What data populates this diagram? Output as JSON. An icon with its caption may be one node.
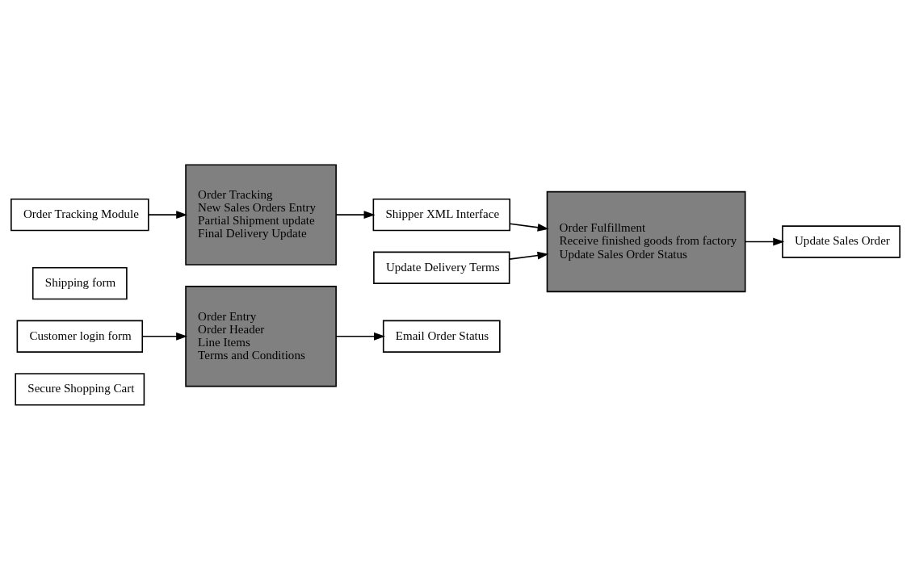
{
  "diagram": {
    "nodes": [
      {
        "text": [
          "Shipping form"
        ]
      },
      {
        "text": [
          "Customer login form"
        ]
      },
      {
        "text": [
          "Secure Shopping Cart"
        ]
      },
      {
        "text": [
          "Order Entry",
          "Order Header",
          "Line Items",
          "Terms and Conditions"
        ]
      },
      {
        "text": [
          "Email Order Status"
        ]
      },
      {
        "text": [
          "Order Tracking Module"
        ]
      },
      {
        "text": [
          "Order Tracking",
          "New Sales Orders Entry",
          "Partial Shipment update",
          "Final Delivery Update"
        ]
      },
      {
        "text": [
          "Shipper XML Interface"
        ]
      },
      {
        "text": [
          "Update Delivery Terms"
        ]
      },
      {
        "text": [
          "Order Fulfillment",
          "Receive finished goods from factory",
          "Update Sales Order Status"
        ]
      },
      {
        "text": [
          "Update Sales Order"
        ]
      }
    ],
    "edges": [
      {
        "from": 1,
        "to": 3,
        "arrow": "to"
      },
      {
        "from": 3,
        "to": 4,
        "arrow": "to"
      },
      {
        "from": 5,
        "to": 6,
        "arrow": "to"
      },
      {
        "from": 6,
        "to": 7,
        "arrow": "to"
      },
      {
        "from": 7,
        "to": 9,
        "arrow": "to"
      },
      {
        "from": 8,
        "to": 9,
        "arrow": "to"
      },
      {
        "from": 9,
        "to": 10,
        "arrow": "to"
      }
    ]
  }
}
